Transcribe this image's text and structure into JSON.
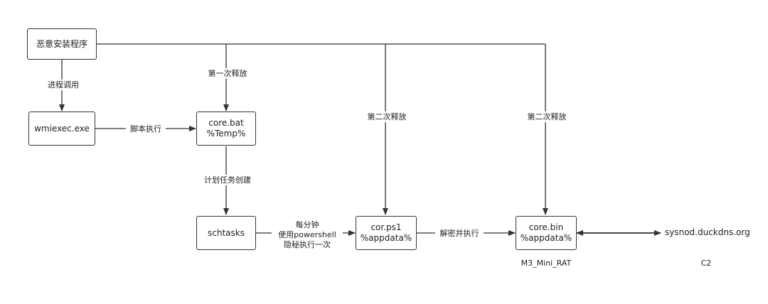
{
  "nodes": {
    "installer": "恶意安装程序",
    "wmiexec": "wmiexec.exe",
    "core_bat_l1": "core.bat",
    "core_bat_l2": "%Temp%",
    "schtasks": "schtasks",
    "cor_ps1_l1": "cor.ps1",
    "cor_ps1_l2": "%appdata%",
    "core_bin_l1": "core.bin",
    "core_bin_l2": "%appdata%",
    "c2_domain": "sysnod.duckdns.org"
  },
  "edge_labels": {
    "process_call": "进程调用",
    "script_exec": "脚本执行",
    "first_release": "第一次释放",
    "task_create": "计划任务创建",
    "second_release_ps1": "第二次释放",
    "second_release_bin": "第二次释放",
    "every_minute_l1": "每分钟",
    "every_minute_l2": "使用powershell",
    "every_minute_l3": "隐秘执行一次",
    "decrypt_exec": "解密并执行"
  },
  "captions": {
    "rat_name": "M3_Mini_RAT",
    "c2": "C2"
  }
}
